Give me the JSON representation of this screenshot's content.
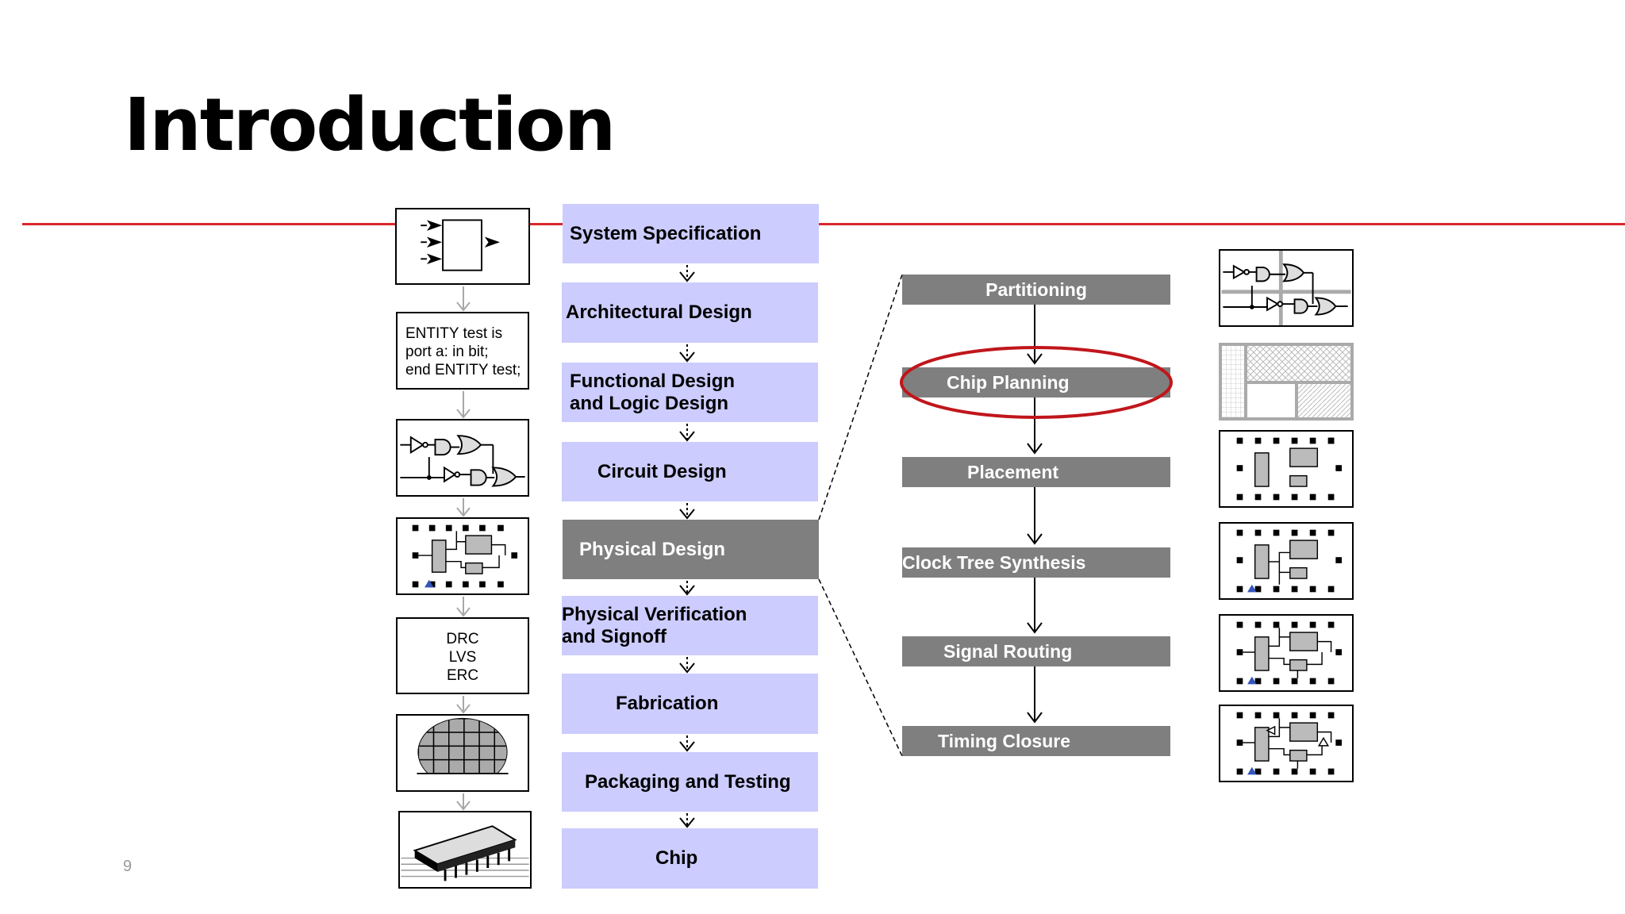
{
  "slide": {
    "title": "Introduction",
    "page_number": "9",
    "accent_color": "#d9262b"
  },
  "left_column": {
    "vhdl_code": [
      "ENTITY test is",
      "port a: in bit;",
      "end ENTITY test;"
    ],
    "checks": [
      "DRC",
      "LVS",
      "ERC"
    ]
  },
  "design_flow": {
    "step_color": "#ccccff",
    "highlight_color": "#7f7f7f",
    "steps": [
      {
        "label": "System Specification"
      },
      {
        "label": "Architectural Design"
      },
      {
        "label": "Functional Design\nand Logic Design"
      },
      {
        "label": "Circuit Design"
      },
      {
        "label": "Physical Design",
        "highlighted": true
      },
      {
        "label": "Physical Verification\nand Signoff"
      },
      {
        "label": "Fabrication"
      },
      {
        "label": "Packaging and Testing"
      },
      {
        "label": "Chip"
      }
    ]
  },
  "physical_design_flow": {
    "steps": [
      {
        "label": "Partitioning"
      },
      {
        "label": "Chip Planning",
        "circled": true
      },
      {
        "label": "Placement"
      },
      {
        "label": "Clock Tree Synthesis"
      },
      {
        "label": "Signal Routing"
      },
      {
        "label": "Timing Closure"
      }
    ]
  }
}
